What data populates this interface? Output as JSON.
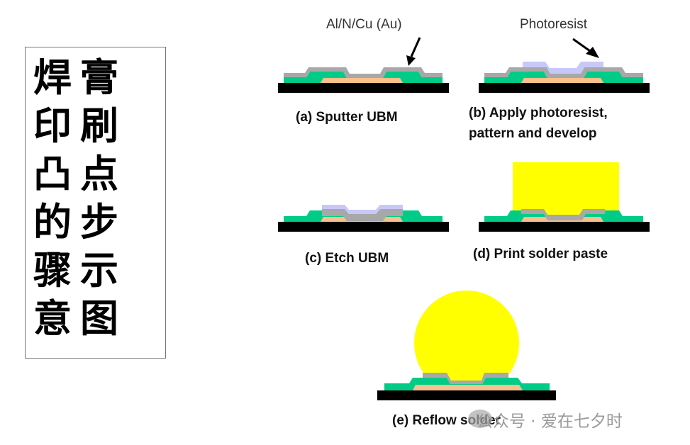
{
  "title": {
    "chars": [
      "焊",
      "膏",
      "印",
      "刷",
      "凸",
      "点",
      "的",
      "步",
      "骤",
      "示",
      "意",
      "图"
    ]
  },
  "labels": {
    "metal": "Al/N/Cu (Au)",
    "photoresist": "Photoresist"
  },
  "captions": {
    "a": "(a) Sputter UBM",
    "b1": "(b) Apply photoresist,",
    "b2": "pattern and develop",
    "c": "(c) Etch UBM",
    "d": "(d) Print solder paste",
    "e": "(e) Reflow solder"
  },
  "watermark": "公众号 · 爱在七夕时",
  "colors": {
    "substrate": "#000000",
    "pad": "#f8c08c",
    "passivation": "#00cc88",
    "ubm": "#a8a8a8",
    "photoresist": "#c8c8f8",
    "solder": "#ffff00"
  }
}
